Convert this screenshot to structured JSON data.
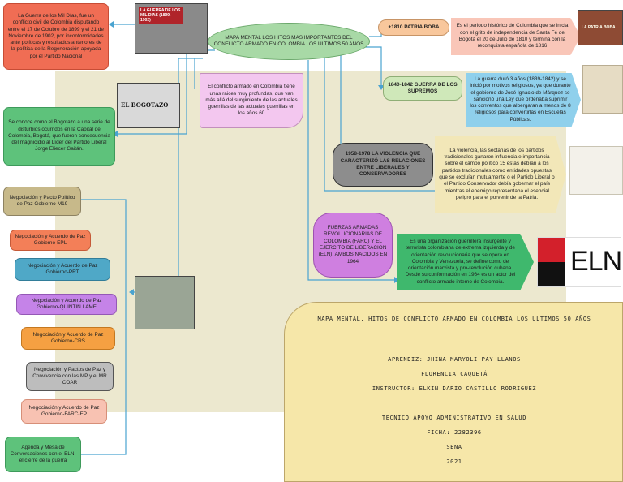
{
  "central": {
    "title": "MAPA MENTAL LOS HITOS MAS IMPORTANTES DEL CONFLICTO ARMADO EN COLOMBIA LOS ULTIMOS 50 AÑOS"
  },
  "left_nodes": [
    {
      "text": "La Guerra de los Mil Días, fue un conflicto civil de Colombia disputando entre el 17 de Octubre de 1899 y el 21 de Noviembre de 1902, por inconformidades ante políticas y resultados anteriores de la política de la Regeneración apoyada por el Partido Nacional",
      "color": "#f06d54"
    },
    {
      "text": "Se conoce como el Bogotazo a una serie de disturbios ocurridos en la Capital de Colombia, Bogotá, que fueron consecuencia del magnicidio al Líder del Partido Liberal Jorge Eliecer Gaitán.",
      "color": "#5ec27b"
    }
  ],
  "peace_nodes": [
    {
      "text": "Negociación y Pacto Político de Paz Gobierno-M19",
      "color": "#c7b98a"
    },
    {
      "text": "Negociación y Acuerdo de Paz Gobierno-EPL",
      "color": "#f37f58"
    },
    {
      "text": "Negociación y Acuerdo de Paz Gobierno-PRT",
      "color": "#4fa8c7"
    },
    {
      "text": "Negociación y Acuerdo de Paz Gobierno-QUINTIN LAME",
      "color": "#c583e8"
    },
    {
      "text": "Negociación y Acuerdo de Paz Gobierno-CRS",
      "color": "#f5a042"
    },
    {
      "text": "Negociación y Pactos de Paz y Convivencia con las MP y el MR COAR",
      "color": "#bdbdbd"
    },
    {
      "text": "Negociación y Acuerdo de Paz Gobierno-FARC-EP",
      "color": "#f8c2b2"
    },
    {
      "text": "Agenda y Mesa de Conversaciones con el ELN, el cierre de la guerra",
      "color": "#5ec27b"
    }
  ],
  "mid_note": {
    "text": "El conflicto armado en Colombia tiene unas raices muy profundas, que van más allá del surgimiento de las actuales guerrillas de las actuales guerrillas en los años 60",
    "color": "#f3c7ef"
  },
  "right_headers": [
    {
      "text": "+1810 PATRIA BOBA",
      "color": "#f8c79c"
    },
    {
      "text": "1840-1842 GUERRA DE LOS SUPREMOS",
      "color": "#cfe8b9"
    },
    {
      "text": "1958-1978 LA VIOLENCIA QUE CARACTERIZÓ LAS RELACIONES ENTRE LIBERALES Y CONSERVADORES",
      "color": "#8d8d8d"
    },
    {
      "text": "FUERZAS ARMADAS REVOLUCIONARIAS DE COLOMBIA (FARC) Y EL EJERCITO DE LIBERACION (ELN), AMBOS NACIDOS EN 1964",
      "color": "#cf7fe0"
    }
  ],
  "right_details": [
    {
      "text": "Es el periodo histórico de Colombia que se inicia con el grito de independencia de Santa Fé de Bogotá el 20 de Julio de 1810 y termina con la reconquista española de 1816",
      "color": "#f9c6b8"
    },
    {
      "text": "La guerra duró 3 años (1839-1842) y se inició por motivos religiosos, ya que durante el gobierno de José Ignacio de Márquez se sancionó una Ley que ordenaba suprimir los conventos que albergaran a menos de 8 religiosos para convertirlas en Escuelas Públicas.",
      "color": "#8fd0ec"
    },
    {
      "text": "La violencia, las sectarias de los partidos tradicionales ganaron influencia e importancia sobre el campo político 15 estas debían a los partidos tradicionales como entidades opuestas que se excluían mutuamente o el Partido Liberal o el Partido Conservador debía gobernar el país mientras el enemigo representaba el esencial peligro para el porvenir de la Patria.",
      "color": "#f2e7b8"
    },
    {
      "text": "Es una organización guerrillera insurgente y terrorista colombiana de extrema izquierda y de orientación revolucionaria que se opera en Colombia y Venezuela, se define como de orientación marxista y pro-revolución cubana. Desde su conformación en 1964 es un actor del conflicto armado interno de Colombia.",
      "color": "#3fb86d"
    }
  ],
  "images": {
    "bogotazo_caption": "EL BOGOTAZO",
    "milDias_caption": "LA GUERRA DE LOS MIL DIAS (1899-1902)",
    "patria_caption": "LA PATRIA BOBA",
    "eln_logo": "ELN"
  },
  "credits": {
    "title": "MAPA MENTAL, HITOS DE CONFLICTO ARMADO EN COLOMBIA LOS ULTIMOS 50 AÑOS",
    "apprentice": "APRENDIZ: JHINA MARYOLI PAY LLANOS",
    "city": "FLORENCIA CAQUETÁ",
    "instructor": "INSTRUCTOR: ELKIN DARIO CASTILLO RODRIGUEZ",
    "program": "TECNICO APOYO ADMINISTRATIVO EN SALUD",
    "ficha": "FICHA: 2282396",
    "institution": "SENA",
    "year": "2021"
  }
}
